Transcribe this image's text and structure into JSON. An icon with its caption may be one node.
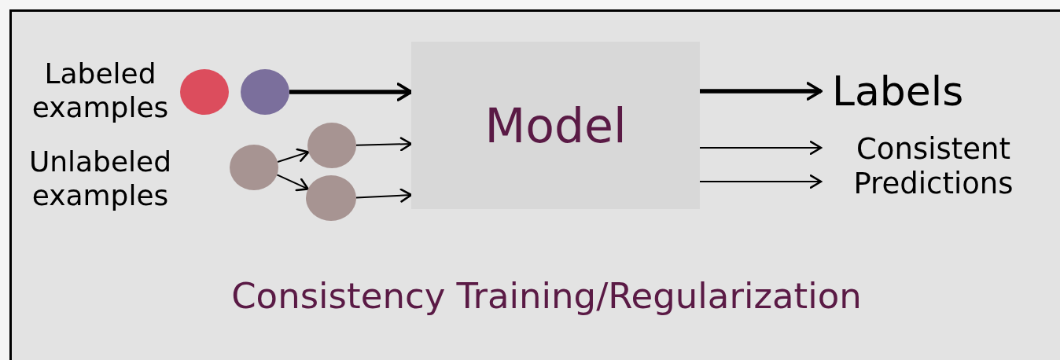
{
  "diagram": {
    "caption": "Consistency Training/Regularization",
    "nodes": [
      {
        "text": [],
        "shape": "circle"
      },
      {
        "text": [],
        "shape": "circle"
      },
      {
        "text": [],
        "shape": "circle"
      },
      {
        "text": [],
        "shape": "circle"
      },
      {
        "text": [],
        "shape": "circle"
      },
      {
        "text": [
          "Model"
        ]
      },
      {
        "text": [
          "Labels"
        ]
      },
      {
        "text": [
          "Consistent Predictions"
        ]
      }
    ],
    "edges": [
      {
        "from": 1,
        "to": 5,
        "arrow": "to",
        "style": "thick"
      },
      {
        "from": 2,
        "to": 3,
        "arrow": "to"
      },
      {
        "from": 2,
        "to": 4,
        "arrow": "to"
      },
      {
        "from": 3,
        "to": 5,
        "arrow": "to"
      },
      {
        "from": 4,
        "to": 5,
        "arrow": "to"
      },
      {
        "from": 5,
        "to": 6,
        "arrow": "to",
        "style": "thick"
      },
      {
        "from": 5,
        "to": 7,
        "arrow": "to"
      },
      {
        "from": 5,
        "to": 7,
        "arrow": "to"
      }
    ],
    "labels": [
      "Labeled examples",
      "Unlabeled examples"
    ]
  }
}
